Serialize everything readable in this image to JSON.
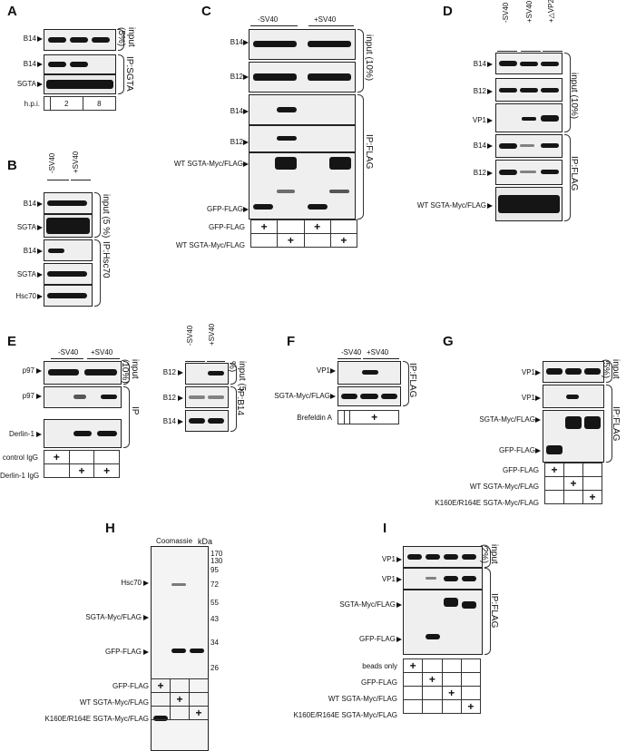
{
  "A": {
    "label": "A",
    "rows": [
      "B14",
      "B14",
      "SGTA"
    ],
    "hpi_label": "h.p.i.",
    "hpi": [
      "",
      "2",
      "8"
    ],
    "brackets": [
      "input (5%)",
      "IP:SGTA"
    ]
  },
  "B": {
    "label": "B",
    "lanes": [
      "-SV40",
      "+SV40"
    ],
    "rows": [
      "B14",
      "SGTA",
      "B14",
      "SGTA",
      "Hsc70"
    ],
    "brackets": [
      "input (5 %)",
      "IP:Hsc70"
    ]
  },
  "C": {
    "label": "C",
    "lanes": [
      "-SV40",
      "+SV40"
    ],
    "rows": [
      "B14",
      "B12",
      "B14",
      "B12",
      "WT SGTA-Myc/FLAG",
      "GFP-FLAG"
    ],
    "brackets": [
      "input (10%)",
      "IP:FLAG"
    ],
    "table": [
      "GFP-FLAG",
      "WT SGTA-Myc/FLAG"
    ]
  },
  "D": {
    "label": "D",
    "lanes": [
      "-SV40",
      "+SV40",
      "+△VP2"
    ],
    "rows": [
      "B14",
      "B12",
      "VP1",
      "B14",
      "B12",
      "WT SGTA-Myc/FLAG"
    ],
    "brackets": [
      "input (10%)",
      "IP:FLAG"
    ]
  },
  "E": {
    "label": "E",
    "lanes": [
      "-SV40",
      "+SV40"
    ],
    "rows": [
      "p97",
      "p97",
      "Derlin-1"
    ],
    "brackets": [
      "input (10%)",
      "IP"
    ],
    "table": [
      "control IgG",
      "Derlin-1 IgG"
    ],
    "sub": {
      "lanes": [
        "-SV40",
        "+SV40"
      ],
      "rows": [
        "B12",
        "B12",
        "B14"
      ],
      "brackets": [
        "input (5 %)",
        "IP:B14"
      ]
    }
  },
  "F": {
    "label": "F",
    "lanes": [
      "-SV40",
      "+SV40"
    ],
    "rows": [
      "VP1",
      "SGTA-Myc/FLAG"
    ],
    "bracket": "IP:FLAG",
    "table": [
      "Brefeldin A"
    ]
  },
  "G": {
    "label": "G",
    "rows": [
      "VP1",
      "VP1",
      "SGTA-Myc/FLAG",
      "GFP-FLAG"
    ],
    "brackets": [
      "input (5%)",
      "IP:FLAG"
    ],
    "table": [
      "GFP-FLAG",
      "WT SGTA-Myc/FLAG",
      "K160E/R164E SGTA-Myc/FLAG"
    ]
  },
  "H": {
    "label": "H",
    "title": "Coomassie",
    "unit": "kDa",
    "markers": [
      "170",
      "130",
      "95",
      "72",
      "55",
      "43",
      "34",
      "26"
    ],
    "rows": [
      "Hsc70",
      "SGTA-Myc/FLAG",
      "GFP-FLAG"
    ],
    "table": [
      "GFP-FLAG",
      "WT SGTA-Myc/FLAG",
      "K160E/R164E SGTA-Myc/FLAG"
    ]
  },
  "I": {
    "label": "I",
    "rows": [
      "VP1",
      "VP1",
      "SGTA-Myc/FLAG",
      "GFP-FLAG"
    ],
    "brackets": [
      "input (2%)",
      "IP:FLAG"
    ],
    "table": [
      "beads only",
      "GFP-FLAG",
      "WT SGTA-Myc/FLAG",
      "K160E/R164E SGTA-Myc/FLAG"
    ]
  },
  "plus": "+"
}
